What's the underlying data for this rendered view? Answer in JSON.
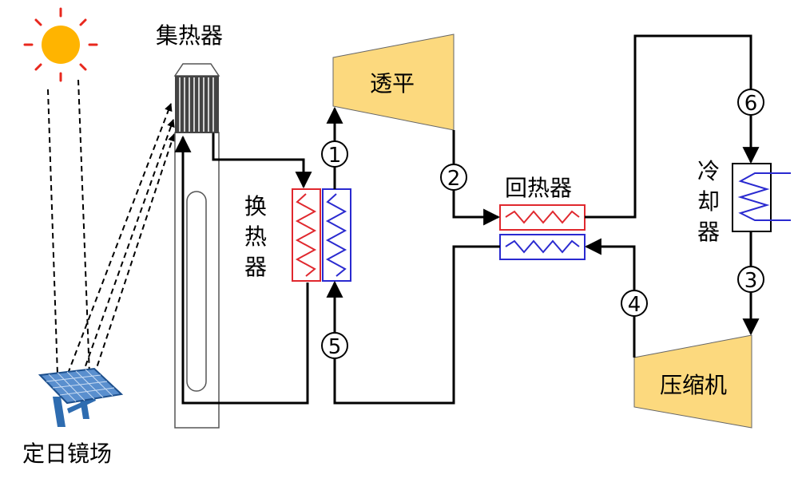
{
  "labels": {
    "collector": "集热器",
    "heliostat": "定日镜场",
    "turbine": "透平",
    "recuperator": "回热器",
    "compressor": "压缩机",
    "hx_1": "换",
    "hx_2": "热",
    "hx_3": "器",
    "cooler_1": "冷",
    "cooler_2": "却",
    "cooler_3": "器"
  },
  "states": [
    "1",
    "2",
    "3",
    "4",
    "5",
    "6"
  ],
  "colors": {
    "sun": "#ffb400",
    "sun_rays": "#e8281e",
    "machine_fill": "#fcd97e",
    "hot_line": "#e0282e",
    "cold_line": "#2a2ad0",
    "panel_blue": "#5a8fce",
    "panel_stand": "#2e6cb0",
    "collector_grey": "#444444"
  }
}
